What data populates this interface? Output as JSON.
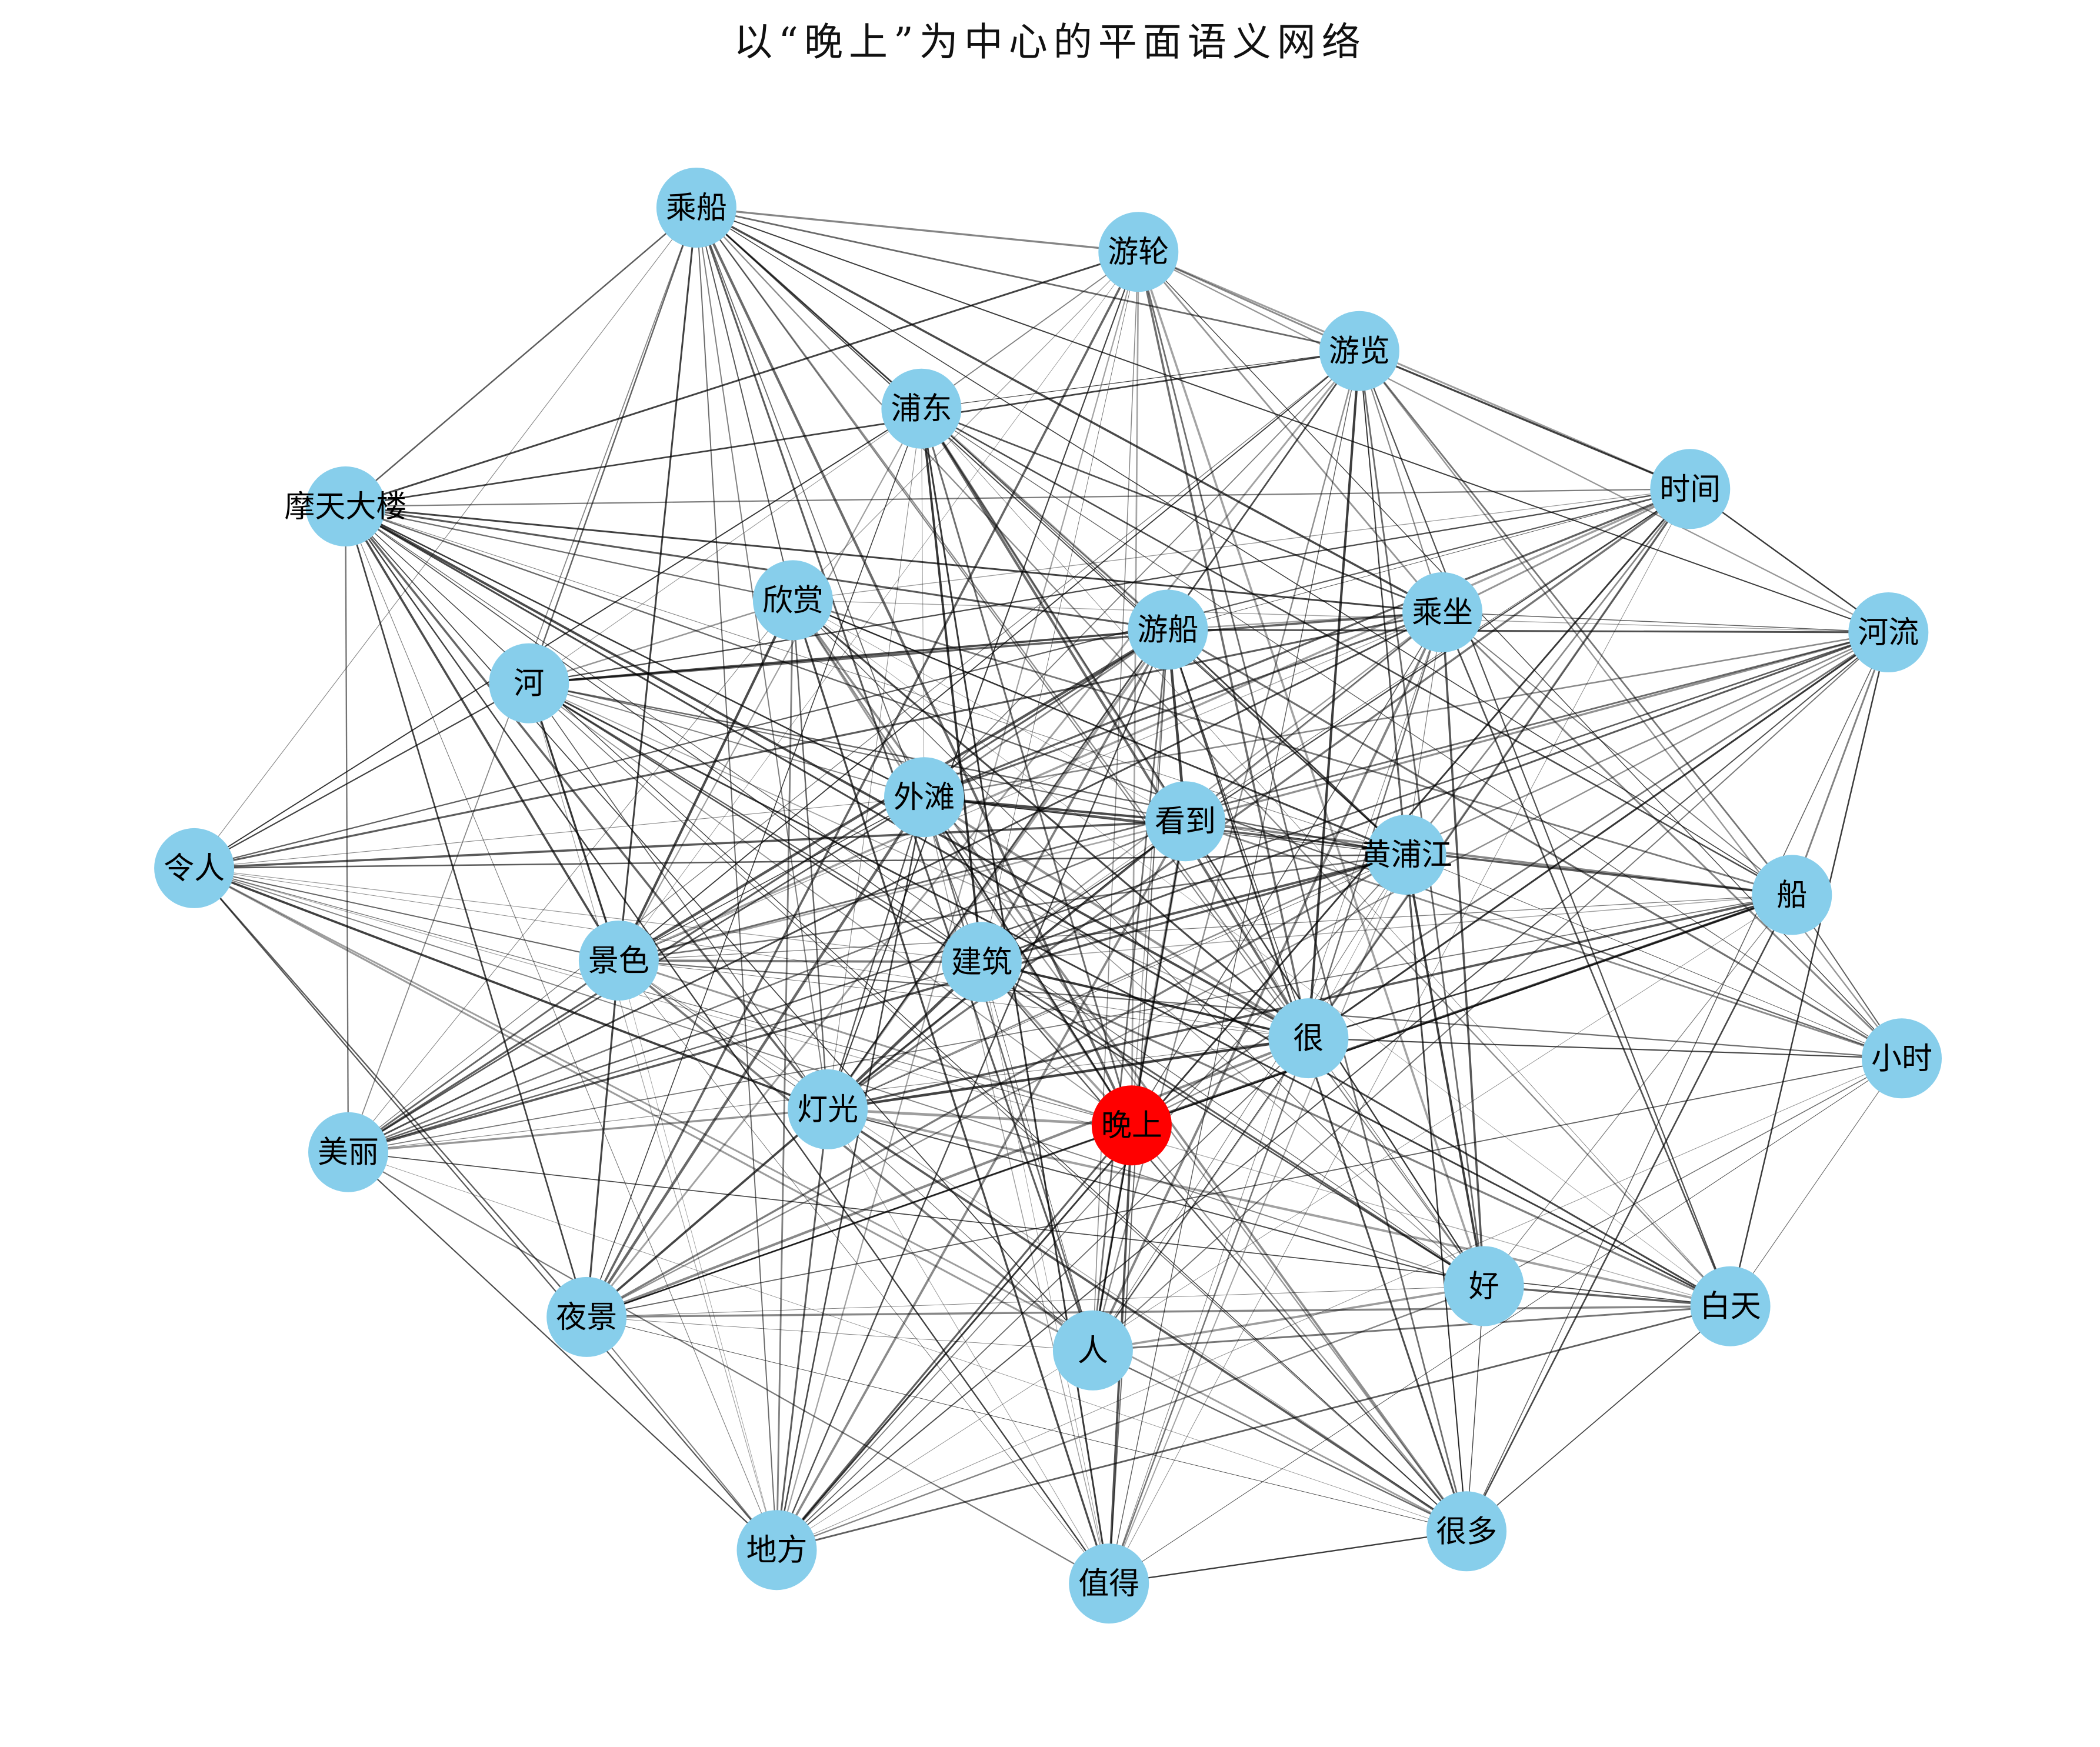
{
  "title": "以“晚上”为中心的平面语义网络",
  "colors": {
    "node": "#87CEEB",
    "center": "#FF0000",
    "edge": "#000000",
    "background": "#FFFFFF"
  },
  "center_node": "晚上",
  "nodes": [
    "乘船",
    "游轮",
    "游览",
    "浦东",
    "摩天大楼",
    "时间",
    "欣赏",
    "游船",
    "乘坐",
    "河流",
    "河",
    "外滩",
    "看到",
    "黄浦江",
    "令人",
    "船",
    "景色",
    "建筑",
    "很",
    "小时",
    "灯光",
    "晚上",
    "美丽",
    "好",
    "白天",
    "夜景",
    "人",
    "地方",
    "值得",
    "很多"
  ]
}
